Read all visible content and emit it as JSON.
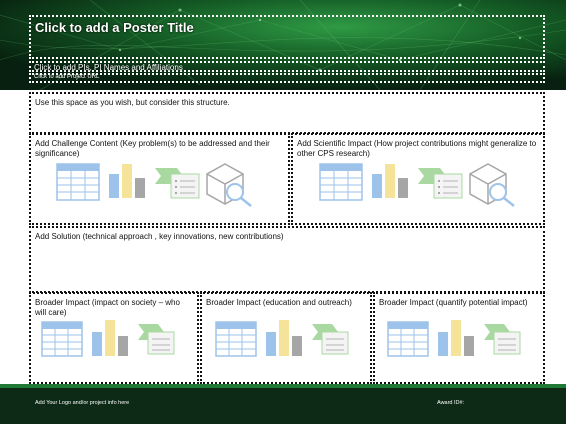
{
  "poster": {
    "title_placeholder": "Click to add a Poster Title",
    "authors_placeholder": "Click to add PIs, PI Names and Affiliations",
    "url_placeholder": "Click to add Project URL",
    "intro_text": "Use this space as you wish, but consider this structure."
  },
  "sections": {
    "challenge": "Add Challenge Content (Key problem(s) to be addressed and their significance)",
    "scientific_impact": "Add Scientific Impact (How project contributions might generalize to other CPS research)",
    "solution": "Add Solution (technical approach , key innovations, new contributions)",
    "broader_society": "Broader Impact (impact on society – who will care)",
    "broader_education": "Broader Impact (education and outreach)",
    "broader_quantify": "Broader Impact (quantify potential impact)"
  },
  "footer": {
    "logo_text": "Add Your Logo and/or project info here",
    "award_text": "Award ID#:"
  },
  "icons": [
    "table-icon",
    "bar-chart-icon",
    "flow-arrow-icon",
    "list-icon",
    "cube-search-icon"
  ],
  "colors": {
    "header_green": "#0b2a14",
    "accent_green": "#1f7a35",
    "icon_blue": "#9ec3ea",
    "icon_yellow": "#f6e39a",
    "icon_gray": "#a6a6a6",
    "icon_green": "#a9d8a0"
  }
}
